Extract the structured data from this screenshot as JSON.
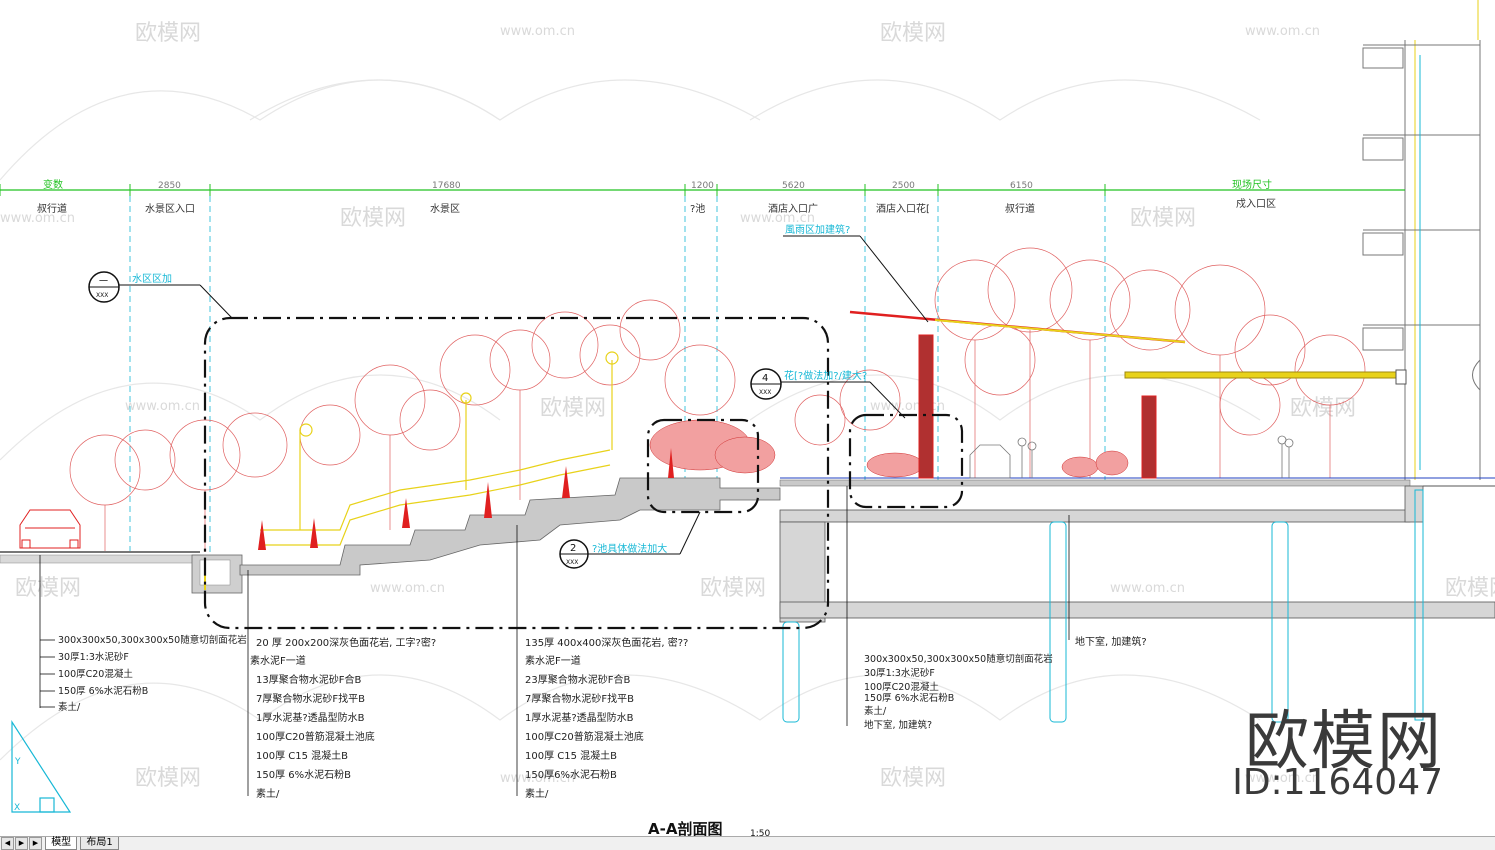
{
  "dimension_line": {
    "left_label": "变数",
    "right_label": "现场尺寸",
    "values": [
      "2850",
      "17680",
      "1200",
      "5620",
      "2500",
      "6150"
    ]
  },
  "zones": [
    "叔行道",
    "水景区入口",
    "水景区",
    "?池",
    "酒店入口广",
    "酒店入口花[",
    "叔行道",
    "戍入口区"
  ],
  "callouts": {
    "c1_tag": "水区区加",
    "c1_num": "一",
    "c1_sheet": "XXX",
    "c2_tag": "?池具体做法加大",
    "c2_num": "2",
    "c2_sheet": "XXX",
    "c4_tag": "花[?做法加?/建大?",
    "c4_num": "4",
    "c4_sheet": "XXX",
    "canopy_tag": "風雨区加建筑?"
  },
  "notes": {
    "left": [
      "300x300x50,300x300x50随意切剖面花岩",
      "30厚1:3水泥砂F",
      "100厚C20混凝土",
      "150厚 6%水泥石粉B",
      "素土/"
    ],
    "mid1": [
      "20 厚 200x200深灰色面花岩, 工字?密?",
      "素水泥F一道",
      "13厚聚合物水泥砂F合B",
      "7厚聚合物水泥砂F找平B",
      "1厚水泥基?透晶型防水B",
      "100厚C20普筋混凝土池底",
      "100厚 C15 混凝土B",
      "150厚 6%水泥石粉B",
      "素土/"
    ],
    "mid2": [
      "135厚 400x400深灰色面花岩, 密??",
      "素水泥F一道",
      "23厚聚合物水泥砂F合B",
      "7厚聚合物水泥砂F找平B",
      "1厚水泥基?透晶型防水B",
      "100厚C20普筋混凝土池底",
      "100厚 C15 混凝土B",
      "150厚6%水泥石粉B",
      "素土/"
    ],
    "right": [
      "300x300x50,300x300x50随意切剖面花岩",
      "30厚1:3水泥砂F",
      "100厚C20混凝土",
      "150厚 6%水泥石粉B",
      "素土/",
      "地下室, 加建筑?"
    ],
    "basement": "地下室, 加建筑?"
  },
  "title": "A-A剖面图",
  "scale": "1:50",
  "watermarks": {
    "brand": "欧模网",
    "url": "www.om.cn",
    "big": "欧模网",
    "id": "ID:1164047"
  },
  "tabs": {
    "model": "模型",
    "layout": "布局1"
  },
  "colors": {
    "dim_line": "#22c222",
    "cyan": "#17b8d6",
    "red": "#e02020",
    "yellow": "#e8d21a",
    "grey": "#777777"
  }
}
